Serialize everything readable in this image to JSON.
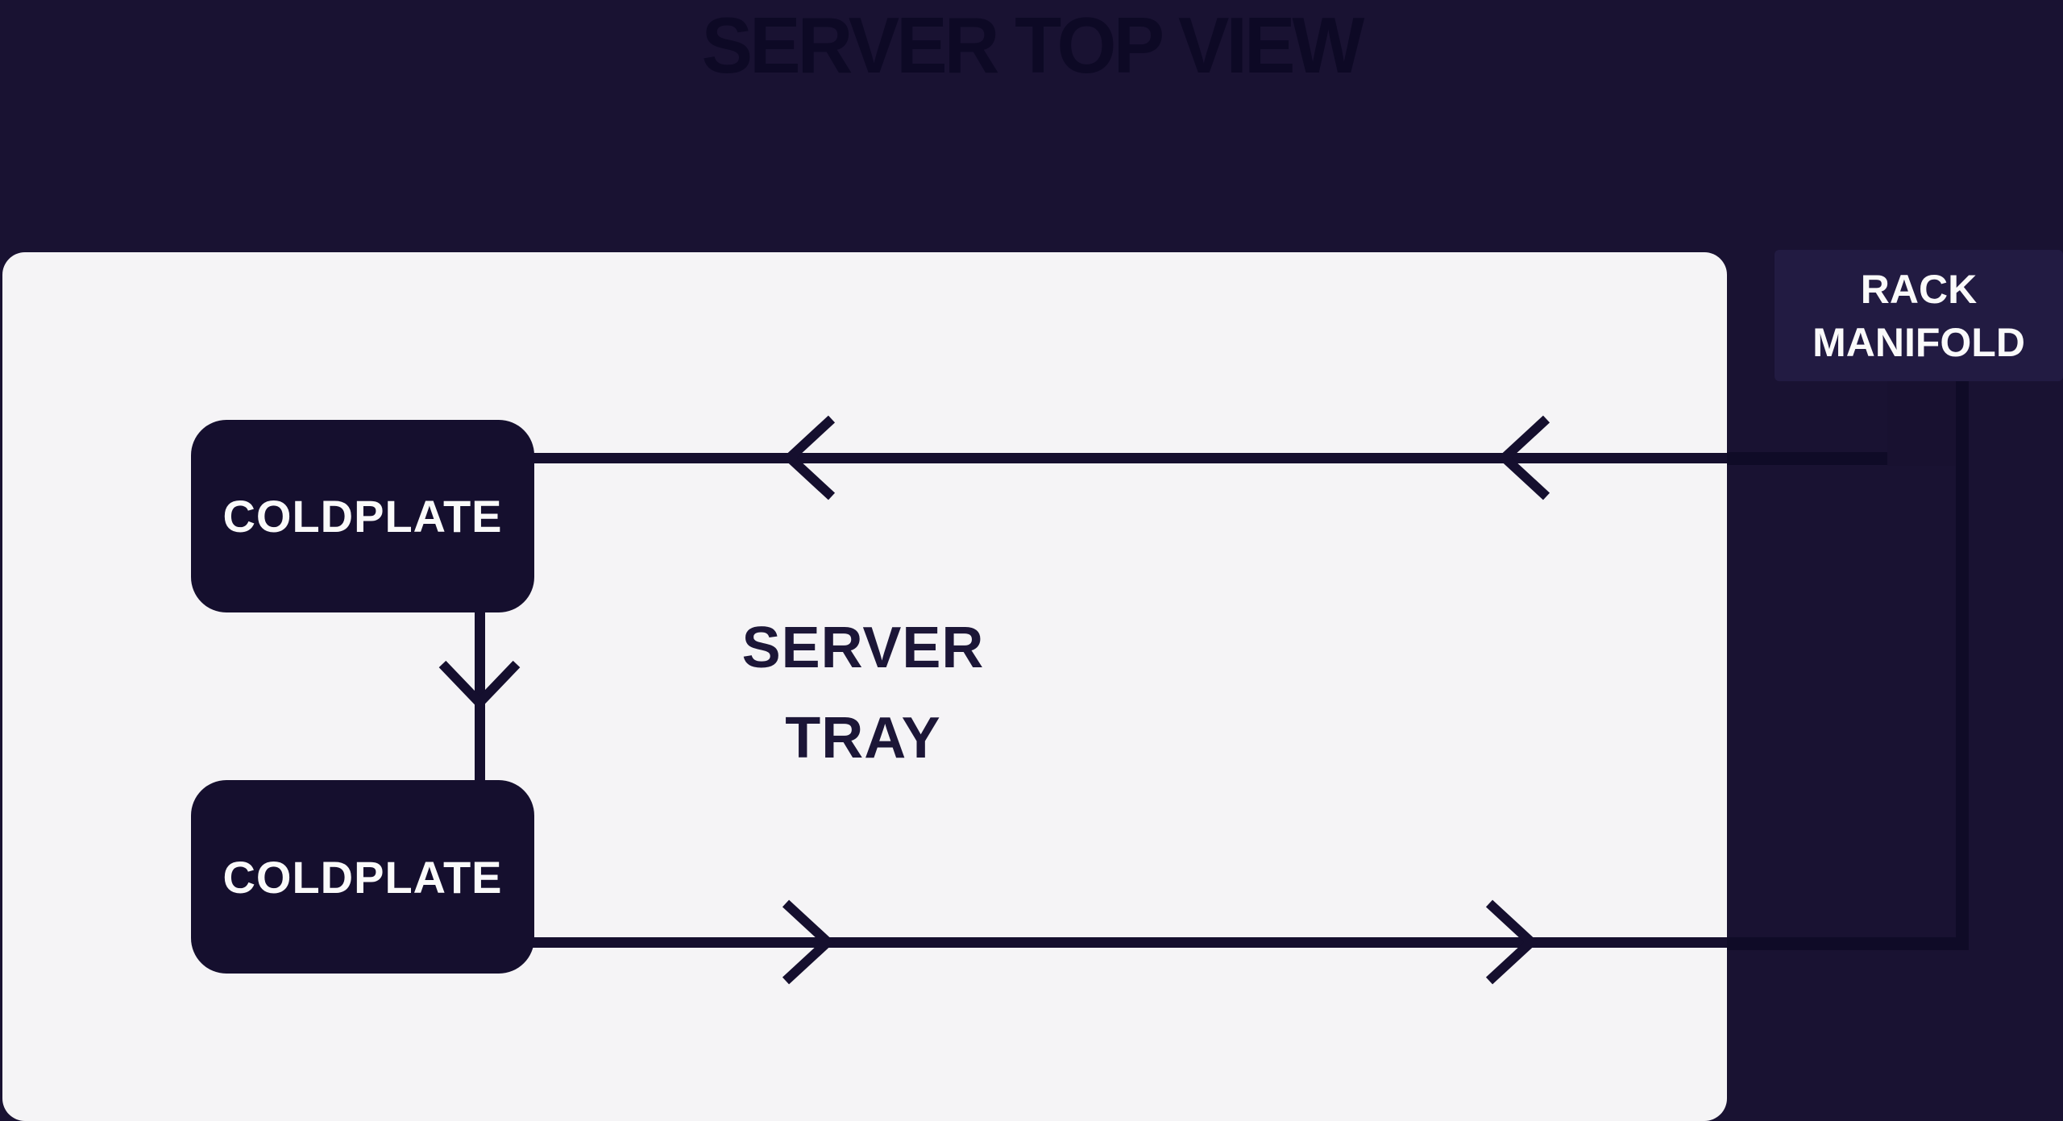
{
  "title": "SERVER TOP VIEW",
  "diagram": {
    "tray": {
      "label_line1": "SERVER",
      "label_line2": "TRAY"
    },
    "coldplates": [
      {
        "label": "COLDPLATE"
      },
      {
        "label": "COLDPLATE"
      }
    ],
    "manifold": {
      "label_line1": "RACK",
      "label_line2": "MANIFOLD"
    },
    "flow_arrows": {
      "return_line_direction": "left",
      "supply_line_direction": "right",
      "interplate_direction": "down",
      "count": 5
    }
  },
  "colors": {
    "background": "#191232",
    "ink": "#150f2e",
    "title_ink": "#0d0925",
    "tray_fill": "#f5f4f6",
    "tray_label_ink": "#1c1637",
    "manifold_fill": "#221b42",
    "pipe_dark": "#0f0b27",
    "pipe_soft": "#181130",
    "label_light": "#fafafa"
  }
}
